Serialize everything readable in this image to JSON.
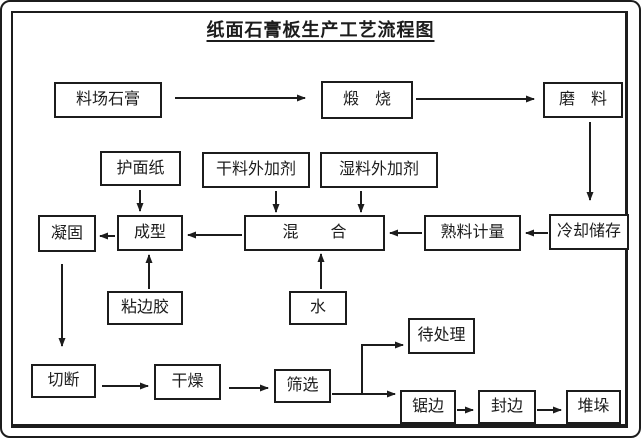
{
  "title": "纸面石膏板生产工艺流程图",
  "colors": {
    "line": "#1c1c1c",
    "background": "#ffffff"
  },
  "nodes": {
    "liaochang_shigao": "料场石膏",
    "duanshao": "煅　烧",
    "moliao": "磨　料",
    "humianzhi": "护面纸",
    "ganliao_waijiaji": "干料外加剂",
    "shiliao_waijiaji": "湿料外加剂",
    "ninggu": "凝固",
    "chengxing": "成型",
    "hunhe": "混　　合",
    "shuliao_jiliang": "熟料计量",
    "lengque_chucun": "冷却储存",
    "zhanbianjiao": "粘边胶",
    "shui": "水",
    "daichuli": "待处理",
    "qieduan": "切断",
    "ganzao": "干燥",
    "shaixuan": "筛选",
    "juban": "锯边",
    "fengbian": "封边",
    "duiduo": "堆垛"
  },
  "edges": [
    {
      "from": "料场石膏",
      "to": "煅烧"
    },
    {
      "from": "煅烧",
      "to": "磨料"
    },
    {
      "from": "磨料",
      "to": "冷却储存"
    },
    {
      "from": "冷却储存",
      "to": "熟料计量"
    },
    {
      "from": "熟料计量",
      "to": "混合"
    },
    {
      "from": "护面纸",
      "to": "成型"
    },
    {
      "from": "干料外加剂",
      "to": "混合"
    },
    {
      "from": "湿料外加剂",
      "to": "混合"
    },
    {
      "from": "水",
      "to": "混合"
    },
    {
      "from": "粘边胶",
      "to": "成型"
    },
    {
      "from": "混合",
      "to": "成型"
    },
    {
      "from": "成型",
      "to": "凝固"
    },
    {
      "from": "凝固",
      "to": "切断"
    },
    {
      "from": "切断",
      "to": "干燥"
    },
    {
      "from": "干燥",
      "to": "筛选"
    },
    {
      "from": "筛选",
      "to": "待处理"
    },
    {
      "from": "筛选",
      "to": "锯边"
    },
    {
      "from": "锯边",
      "to": "封边"
    },
    {
      "from": "封边",
      "to": "堆垛"
    }
  ]
}
